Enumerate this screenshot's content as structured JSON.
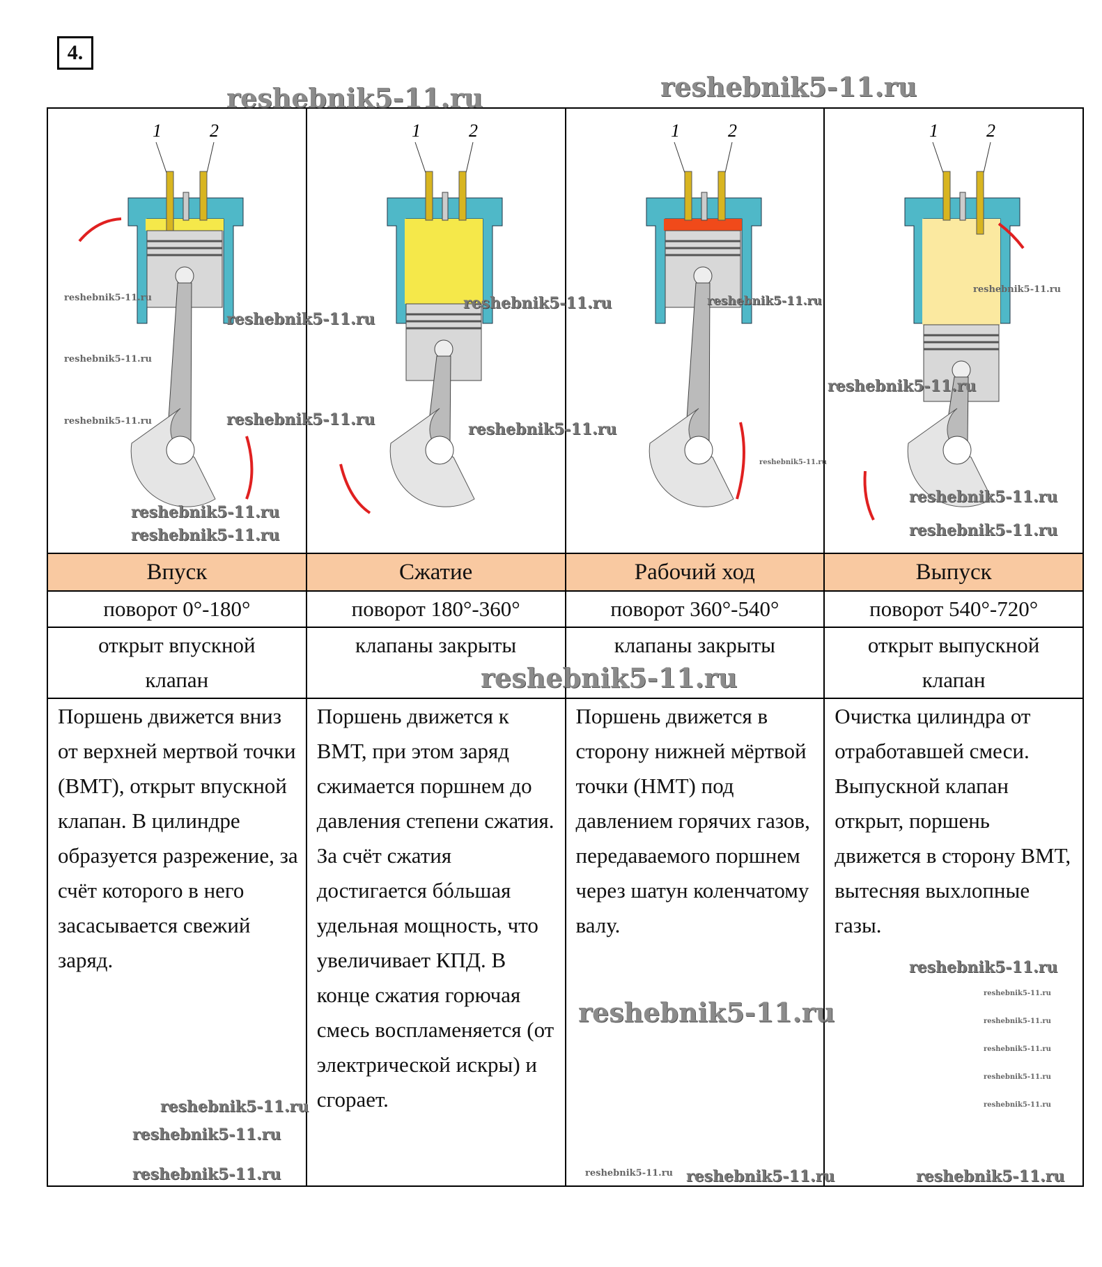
{
  "task_number": "4.",
  "watermark": "reshebnik5-11.ru",
  "valve_labels": [
    "1",
    "2"
  ],
  "columns": [
    {
      "stroke": "Впуск",
      "rotation": "поворот 0°-180°",
      "valves": "открыт впускной клапан",
      "description": "Поршень движется вниз от верхней мертвой точки (ВМТ), открыт впускной клапан. В цилиндре образуется разрежение, за счёт которого в него засасывается свежий заряд."
    },
    {
      "stroke": "Сжатие",
      "rotation": "поворот 180°-360°",
      "valves": "клапаны закрыты",
      "description": "Поршень движется к ВМТ, при этом заряд сжимается поршнем до давления степени сжатия. За счёт сжатия достигается бóльшая удельная мощность, что увеличивает КПД. В конце сжатия горючая смесь воспламеняется (от электрической искры) и сгорает."
    },
    {
      "stroke": "Рабочий ход",
      "rotation": "поворот 360°-540°",
      "valves": "клапаны закрыты",
      "description": "Поршень движется в сторону нижней мёртвой точки (НМТ) под давлением горячих газов, передаваемого поршнем через шатун коленчатому валу."
    },
    {
      "stroke": "Выпуск",
      "rotation": "поворот 540°-720°",
      "valves": "открыт выпускной клапан",
      "description": "Очистка цилиндра от отработавшей смеси. Выпускной клапан открыт, поршень движется в сторону ВМТ, вытесняя выхлопные газы."
    }
  ],
  "colors": {
    "header_bg": "#f9c9a1",
    "cylinder": "#4fb8c8",
    "mixture": "#f5e84a",
    "burning": "#f04a1a",
    "arrow": "#e02020"
  }
}
